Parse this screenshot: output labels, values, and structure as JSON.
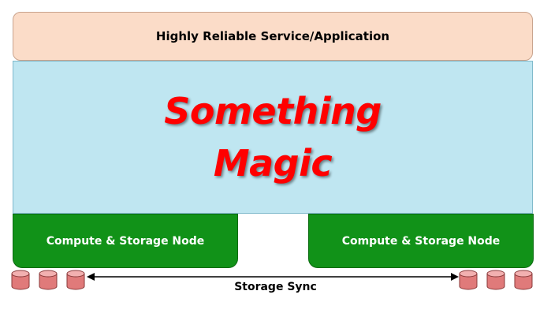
{
  "service": {
    "label": "Highly Reliable Service/Application",
    "fill": "#fbdcc8"
  },
  "magic": {
    "line1": "Something",
    "line2": "Magic",
    "fill": "#bfe6f1",
    "text_color": "#ff0000"
  },
  "nodes": [
    {
      "label": "Compute & Storage Node",
      "fill": "#119218"
    },
    {
      "label": "Compute & Storage Node",
      "fill": "#119218"
    }
  ],
  "storage": {
    "disk_icon": "database-cylinder-icon",
    "disk_color": "#e07a7a",
    "sync_label": "Storage Sync"
  }
}
